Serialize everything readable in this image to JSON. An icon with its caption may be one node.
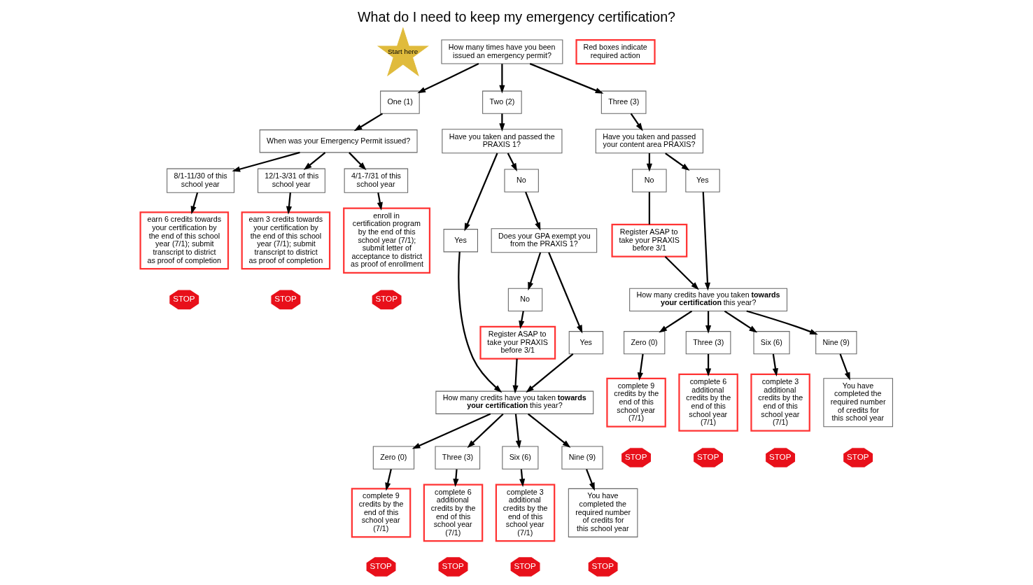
{
  "diagram": {
    "title": "What do I need to keep my emergency certification?",
    "nodes": [
      {
        "text": [
          "Red boxes indicate required action"
        ]
      },
      {
        "text": [
          "Start here"
        ]
      },
      {
        "text": [
          "How many times have you been issued an emergency permit?"
        ]
      },
      {
        "text": [
          "One (1)"
        ]
      },
      {
        "text": [
          "When was your Emergency Permit issued?"
        ]
      },
      {
        "text": [
          "8/1-11/30 of this school year"
        ]
      },
      {
        "text": [
          "12/1-3/31 of this school year"
        ]
      },
      {
        "text": [
          "4/1-7/31 of this school year"
        ]
      },
      {
        "text": [
          "earn 6 credits towards your certification by the end of this school year (7/1); submit transcript to district as proof of completion"
        ]
      },
      {
        "text": [
          "STOP"
        ]
      },
      {
        "text": [
          "earn 3 credits towards your certification by the end of this school year (7/1); submit transcript to district as proof of completion"
        ]
      },
      {
        "text": [
          "STOP"
        ]
      },
      {
        "text": [
          "enroll in certification program by the end of this school year (7/1); submit letter of acceptance to district as proof of enrollment"
        ]
      },
      {
        "text": [
          "STOP"
        ]
      },
      {
        "text": [
          "Two (2)"
        ]
      },
      {
        "text": [
          "Have you taken and passed the PRAXIS 1?"
        ]
      },
      {
        "text": [
          "Yes"
        ]
      },
      {
        "text": [
          "No"
        ]
      },
      {
        "text": [
          "Does your GPA exempt you from the PRAXIS 1?"
        ]
      },
      {
        "text": [
          "No"
        ]
      },
      {
        "text": [
          "Yes"
        ]
      },
      {
        "text": [
          "Register ASAP to take your PRAXIS before 3/1"
        ]
      },
      {
        "text": [
          "How many credits have you taken **towards your certification** this year?"
        ]
      },
      {
        "text": [
          "Zero (0)"
        ]
      },
      {
        "text": [
          "Three (3)"
        ]
      },
      {
        "text": [
          "Six (6)"
        ]
      },
      {
        "text": [
          "Nine (9)"
        ]
      },
      {
        "text": [
          "complete 9 credits by the end of this school year (7/1)"
        ]
      },
      {
        "text": [
          "STOP"
        ]
      },
      {
        "text": [
          "complete 6 additional credits by the end of this school year (7/1)"
        ]
      },
      {
        "text": [
          "STOP"
        ]
      },
      {
        "text": [
          "complete 3 additional credits by the end of this school year (7/1)"
        ]
      },
      {
        "text": [
          "STOP"
        ]
      },
      {
        "text": [
          "You have completed the required number of credits for this school year"
        ]
      },
      {
        "text": [
          "STOP"
        ]
      },
      {
        "text": [
          "Three (3)"
        ]
      },
      {
        "text": [
          "Have you taken and passed your content area PRAXIS?"
        ]
      },
      {
        "text": [
          "Register ASAP to take your PRAXIS before 3/1"
        ]
      },
      {
        "text": [
          "No"
        ]
      },
      {
        "text": [
          "Yes"
        ]
      },
      {
        "text": [
          "How many credits have you taken **towards your certification** this year?"
        ]
      },
      {
        "text": [
          "Zero (0)"
        ]
      },
      {
        "text": [
          "Three (3)"
        ]
      },
      {
        "text": [
          "Six (6)"
        ]
      },
      {
        "text": [
          "Nine (9)"
        ]
      },
      {
        "text": [
          "complete 9 credits by the end of this school year (7/1)"
        ]
      },
      {
        "text": [
          "STOP"
        ]
      },
      {
        "text": [
          "complete 6 additional credits by the end of this school year (7/1)"
        ]
      },
      {
        "text": [
          "STOP"
        ]
      },
      {
        "text": [
          "complete 3 additional credits by the end of this school year (7/1)"
        ]
      },
      {
        "text": [
          "STOP"
        ]
      },
      {
        "text": [
          "You have completed the required number of credits for this school year"
        ]
      },
      {
        "text": [
          "STOP"
        ]
      }
    ],
    "edges": [
      {
        "from": 2,
        "to": 3,
        "arrow": "to"
      },
      {
        "from": 2,
        "to": 14,
        "arrow": "to"
      },
      {
        "from": 2,
        "to": 35,
        "arrow": "to"
      },
      {
        "from": 3,
        "to": 4,
        "arrow": "to"
      },
      {
        "from": 4,
        "to": 5,
        "arrow": "to"
      },
      {
        "from": 4,
        "to": 6,
        "arrow": "to"
      },
      {
        "from": 4,
        "to": 7,
        "arrow": "to"
      },
      {
        "from": 5,
        "to": 8,
        "arrow": "to"
      },
      {
        "from": 6,
        "to": 10,
        "arrow": "to"
      },
      {
        "from": 7,
        "to": 12,
        "arrow": "to"
      },
      {
        "from": 14,
        "to": 15,
        "arrow": "to"
      },
      {
        "from": 15,
        "to": 16,
        "arrow": "to"
      },
      {
        "from": 15,
        "to": 17,
        "arrow": "to"
      },
      {
        "from": 17,
        "to": 18,
        "arrow": "to"
      },
      {
        "from": 18,
        "to": 19,
        "arrow": "to"
      },
      {
        "from": 18,
        "to": 20,
        "arrow": "to"
      },
      {
        "from": 19,
        "to": 21,
        "arrow": "to"
      },
      {
        "from": 16,
        "to": 22,
        "arrow": "to"
      },
      {
        "from": 20,
        "to": 22,
        "arrow": "to"
      },
      {
        "from": 21,
        "to": 22,
        "arrow": "to"
      },
      {
        "from": 22,
        "to": 23,
        "arrow": "to"
      },
      {
        "from": 22,
        "to": 24,
        "arrow": "to"
      },
      {
        "from": 22,
        "to": 25,
        "arrow": "to"
      },
      {
        "from": 22,
        "to": 26,
        "arrow": "to"
      },
      {
        "from": 23,
        "to": 27,
        "arrow": "to"
      },
      {
        "from": 24,
        "to": 29,
        "arrow": "to"
      },
      {
        "from": 25,
        "to": 31,
        "arrow": "to"
      },
      {
        "from": 26,
        "to": 33,
        "arrow": "to"
      },
      {
        "from": 35,
        "to": 36,
        "arrow": "to"
      },
      {
        "from": 36,
        "to": 38,
        "arrow": "to"
      },
      {
        "from": 36,
        "to": 39,
        "arrow": "to"
      },
      {
        "from": 38,
        "to": 37,
        "arrow": "none"
      },
      {
        "from": 37,
        "to": 40,
        "arrow": "to"
      },
      {
        "from": 39,
        "to": 40,
        "arrow": "to"
      },
      {
        "from": 40,
        "to": 41,
        "arrow": "to"
      },
      {
        "from": 40,
        "to": 42,
        "arrow": "to"
      },
      {
        "from": 40,
        "to": 43,
        "arrow": "to"
      },
      {
        "from": 40,
        "to": 44,
        "arrow": "to"
      },
      {
        "from": 41,
        "to": 45,
        "arrow": "to"
      },
      {
        "from": 42,
        "to": 47,
        "arrow": "to"
      },
      {
        "from": 43,
        "to": 49,
        "arrow": "to"
      },
      {
        "from": 44,
        "to": 51,
        "arrow": "to"
      }
    ]
  }
}
